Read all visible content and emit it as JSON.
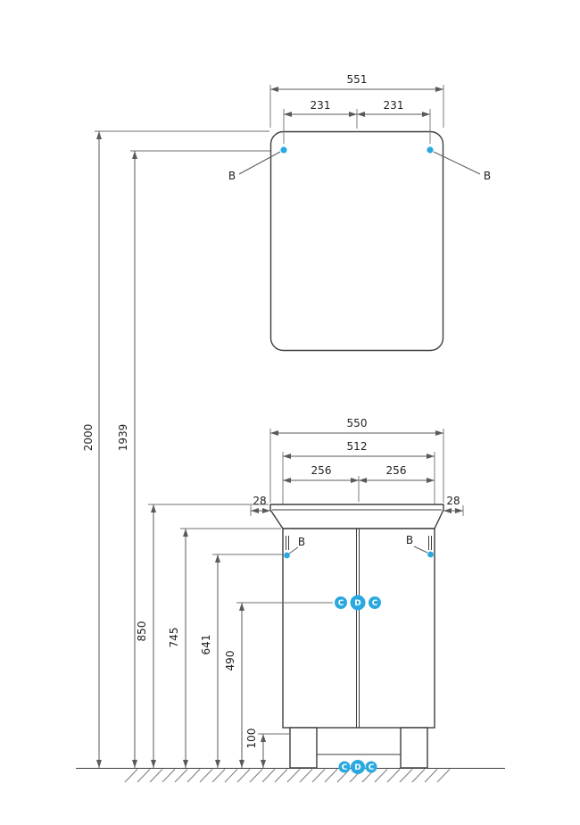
{
  "colors": {
    "accent": "#2aa9e0"
  },
  "mirror": {
    "width": "551",
    "hole_left": "231",
    "hole_right": "231",
    "mount_left": "B",
    "mount_right": "B"
  },
  "heights": {
    "total": "2000",
    "mirror_mount": "1939",
    "basin": "850",
    "cabinet_top": "745",
    "mount": "641",
    "connector": "490",
    "plinth": "100"
  },
  "cabinet": {
    "width": "550",
    "body_width": "512",
    "hole_left": "256",
    "hole_right": "256",
    "overhang_left": "28",
    "overhang_right": "28",
    "mount_left": "B",
    "mount_right": "B",
    "connectors": {
      "left": "C",
      "center": "D",
      "right": "C"
    },
    "connectors_bottom": {
      "left": "C",
      "center": "D",
      "right": "C"
    }
  }
}
